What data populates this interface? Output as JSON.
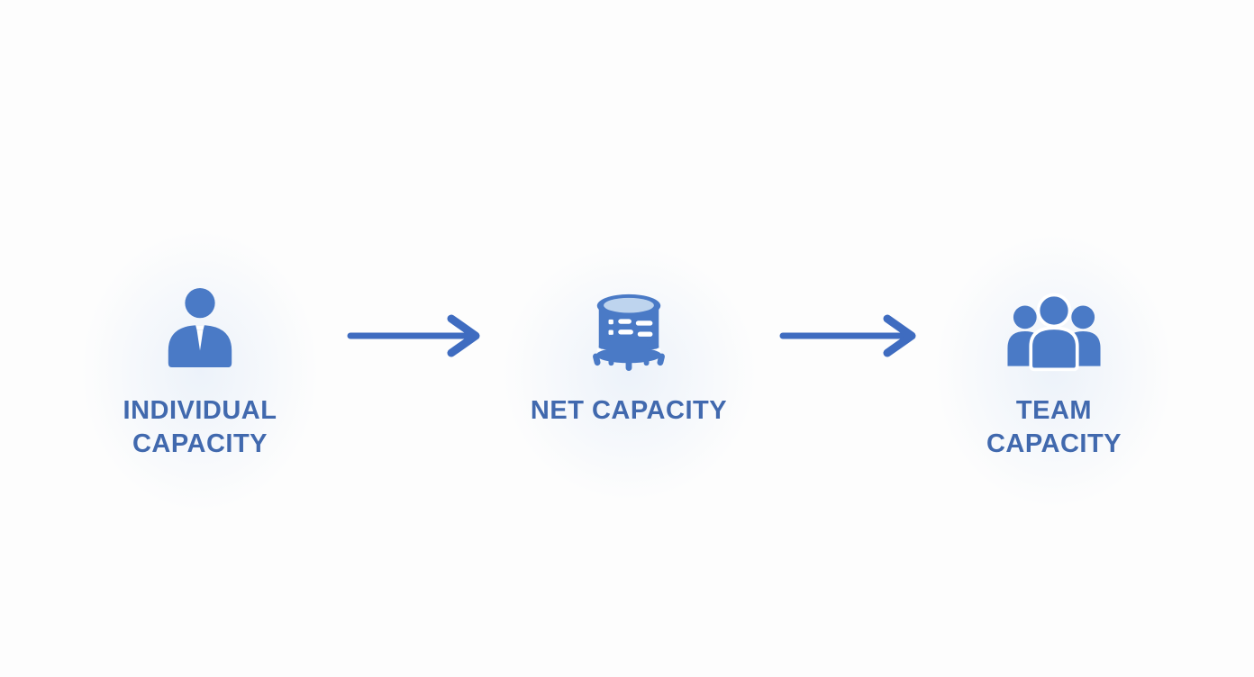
{
  "diagram": {
    "stages": [
      {
        "id": "individual-capacity",
        "label": "INDIVIDUAL CAPACITY",
        "icon": "person-icon"
      },
      {
        "id": "net-capacity",
        "label": "NET CAPACITY",
        "icon": "drum-icon"
      },
      {
        "id": "team-capacity",
        "label": "TEAM CAPACITY",
        "icon": "team-icon"
      }
    ],
    "connectors": [
      {
        "from": "individual-capacity",
        "to": "net-capacity",
        "type": "arrow-right"
      },
      {
        "from": "net-capacity",
        "to": "team-capacity",
        "type": "arrow-right"
      }
    ],
    "colors": {
      "icon_blue": "#4a7ac6",
      "icon_light": "#bed4ee",
      "text_blue": "#4169ae",
      "arrow_blue": "#3f6cc0",
      "background": "#fdfdfd"
    }
  }
}
